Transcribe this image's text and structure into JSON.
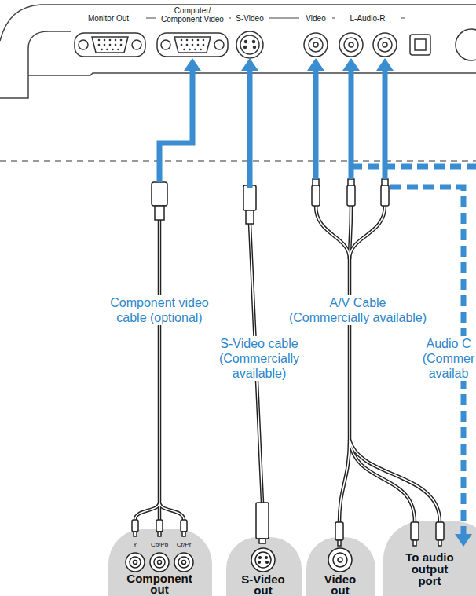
{
  "diagram": {
    "nodes": [
      {
        "text": [
          "Y",
          "Cb/Pb",
          "Cr/Pr",
          "Component out"
        ]
      },
      {
        "text": [
          "S-Video out"
        ]
      },
      {
        "text": [
          "Video out"
        ]
      },
      {
        "text": [
          "To audio output port"
        ]
      }
    ],
    "labels": [
      "Monitor Out",
      "Computer/ Component Video",
      "S-Video",
      "Video",
      "L-Audio-R",
      "Component video cable (optional)",
      "S-Video cable (Commercially available)",
      "A/V Cable (Commercially available)",
      "Audio C (Commer availab"
    ]
  }
}
